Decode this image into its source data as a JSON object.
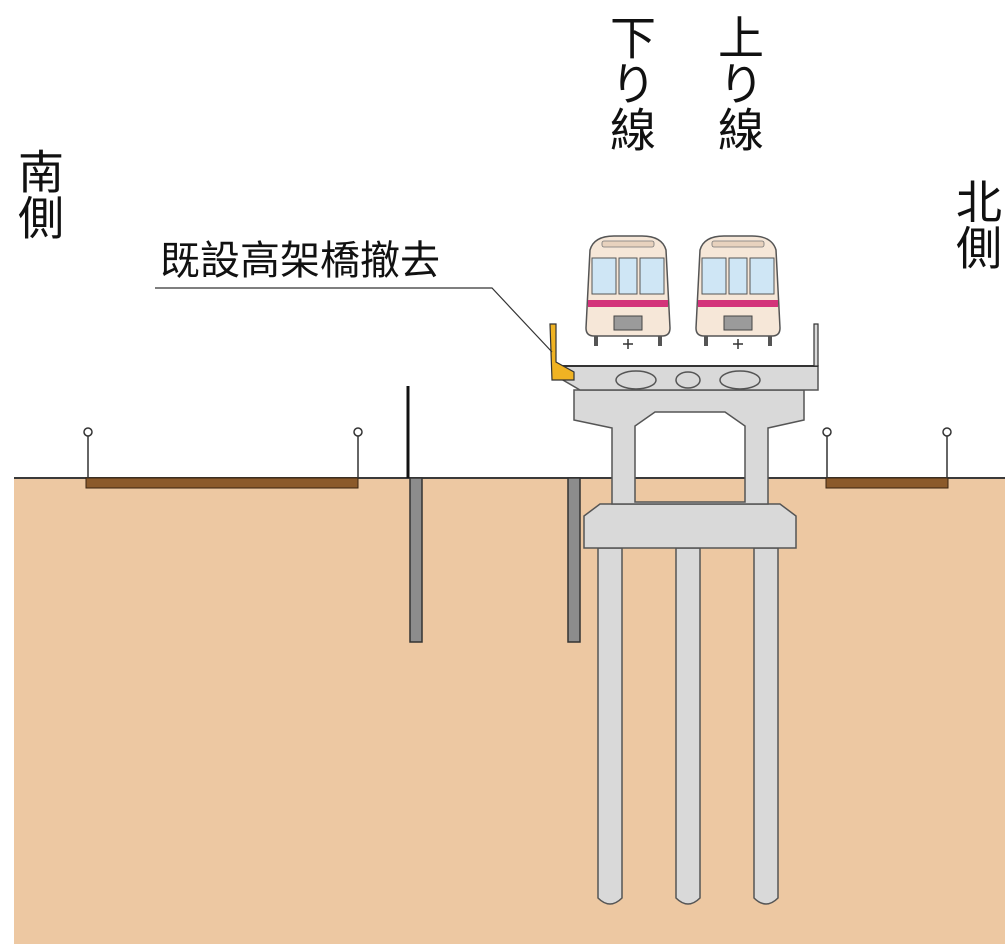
{
  "labels": {
    "south": "南側",
    "north": "北側",
    "down_line": "下り線",
    "up_line": "上り線",
    "removal": "既設高架橋撤去"
  },
  "colors": {
    "ground": "#EDC8A2",
    "ground_line": "#3a3a3a",
    "concrete": "#D9D9D9",
    "concrete_stroke": "#555555",
    "steel_pile": "#8C8C8C",
    "surface_strip": "#8B5A2B",
    "removed_structure": "#F0B323",
    "train_body": "#F6E7D8",
    "train_stripe": "#D3337A",
    "train_window": "#CFE6F5"
  },
  "icons": [
    "train-front-icon",
    "train-front-icon"
  ]
}
